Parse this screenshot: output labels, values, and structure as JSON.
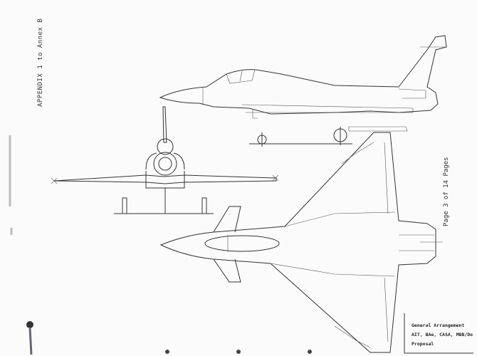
{
  "document": {
    "header_rotated": "APPENDIX 1 to Annex B",
    "page_label": "Page 3 of 14 Pages",
    "caption": {
      "line1": "General Arrangement",
      "line2": "AIT, BAe, CASA, MBB/Do",
      "line3": "Proposal"
    }
  }
}
